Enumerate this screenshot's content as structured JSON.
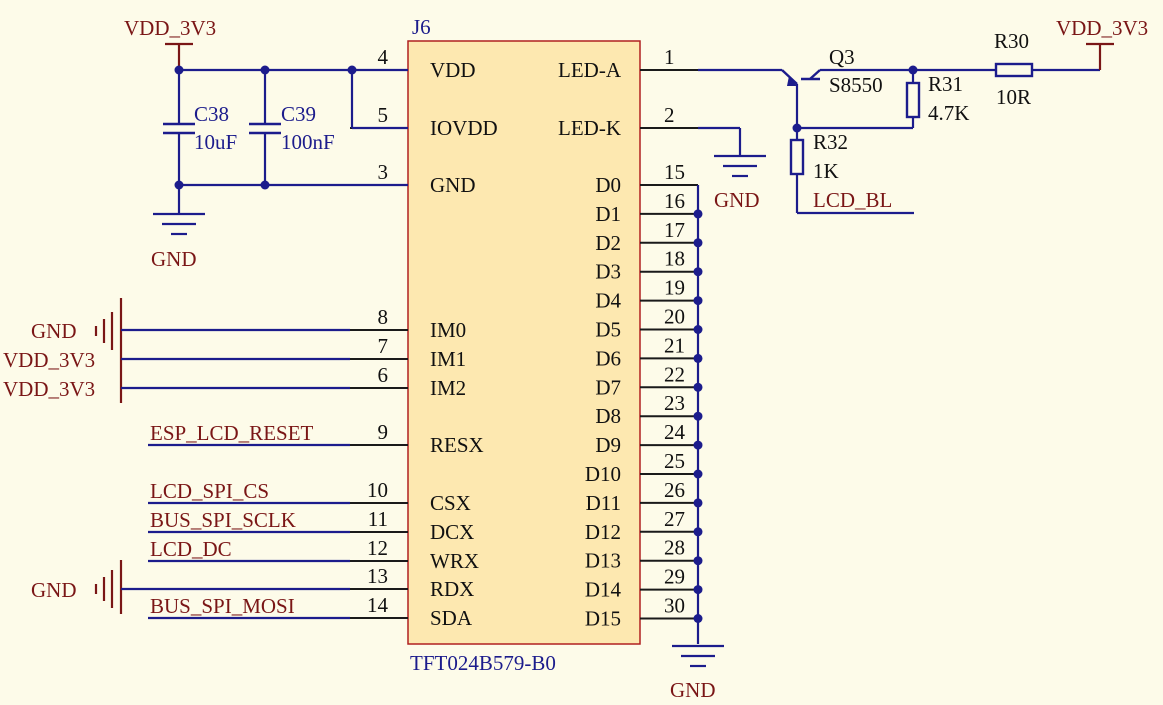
{
  "colors": {
    "wire": "#1c1c8c",
    "power": "#7a1616",
    "body_fill": "#fde8b0",
    "body_stroke": "#b02020",
    "background": "#fdfbe9"
  },
  "power": {
    "vdd": "VDD_3V3",
    "gnd": "GND"
  },
  "connector": {
    "designator": "J6",
    "part": "TFT024B579-B0",
    "left_pins": [
      {
        "num": "4",
        "name": "VDD"
      },
      {
        "num": "5",
        "name": "IOVDD"
      },
      {
        "num": "3",
        "name": "GND"
      },
      {
        "num": "8",
        "name": "IM0"
      },
      {
        "num": "7",
        "name": "IM1"
      },
      {
        "num": "6",
        "name": "IM2"
      },
      {
        "num": "9",
        "name": "RESX"
      },
      {
        "num": "10",
        "name": "CSX"
      },
      {
        "num": "11",
        "name": "DCX"
      },
      {
        "num": "12",
        "name": "WRX"
      },
      {
        "num": "13",
        "name": "RDX"
      },
      {
        "num": "14",
        "name": "SDA"
      }
    ],
    "right_pins": [
      {
        "num": "1",
        "name": "LED-A"
      },
      {
        "num": "2",
        "name": "LED-K"
      },
      {
        "num": "15",
        "name": "D0"
      },
      {
        "num": "16",
        "name": "D1"
      },
      {
        "num": "17",
        "name": "D2"
      },
      {
        "num": "18",
        "name": "D3"
      },
      {
        "num": "19",
        "name": "D4"
      },
      {
        "num": "20",
        "name": "D5"
      },
      {
        "num": "21",
        "name": "D6"
      },
      {
        "num": "22",
        "name": "D7"
      },
      {
        "num": "23",
        "name": "D8"
      },
      {
        "num": "24",
        "name": "D9"
      },
      {
        "num": "25",
        "name": "D10"
      },
      {
        "num": "26",
        "name": "D11"
      },
      {
        "num": "27",
        "name": "D12"
      },
      {
        "num": "28",
        "name": "D13"
      },
      {
        "num": "29",
        "name": "D14"
      },
      {
        "num": "30",
        "name": "D15"
      }
    ]
  },
  "components": {
    "c38": {
      "ref": "C38",
      "value": "10uF"
    },
    "c39": {
      "ref": "C39",
      "value": "100nF"
    },
    "q3": {
      "ref": "Q3",
      "value": "S8550"
    },
    "r30": {
      "ref": "R30",
      "value": "10R"
    },
    "r31": {
      "ref": "R31",
      "value": "4.7K"
    },
    "r32": {
      "ref": "R32",
      "value": "1K"
    }
  },
  "nets": {
    "lcd_bl": "LCD_BL",
    "esp_lcd_reset": "ESP_LCD_RESET",
    "lcd_spi_cs": "LCD_SPI_CS",
    "bus_spi_sclk": "BUS_SPI_SCLK",
    "lcd_dc": "LCD_DC",
    "bus_spi_mosi": "BUS_SPI_MOSI"
  }
}
